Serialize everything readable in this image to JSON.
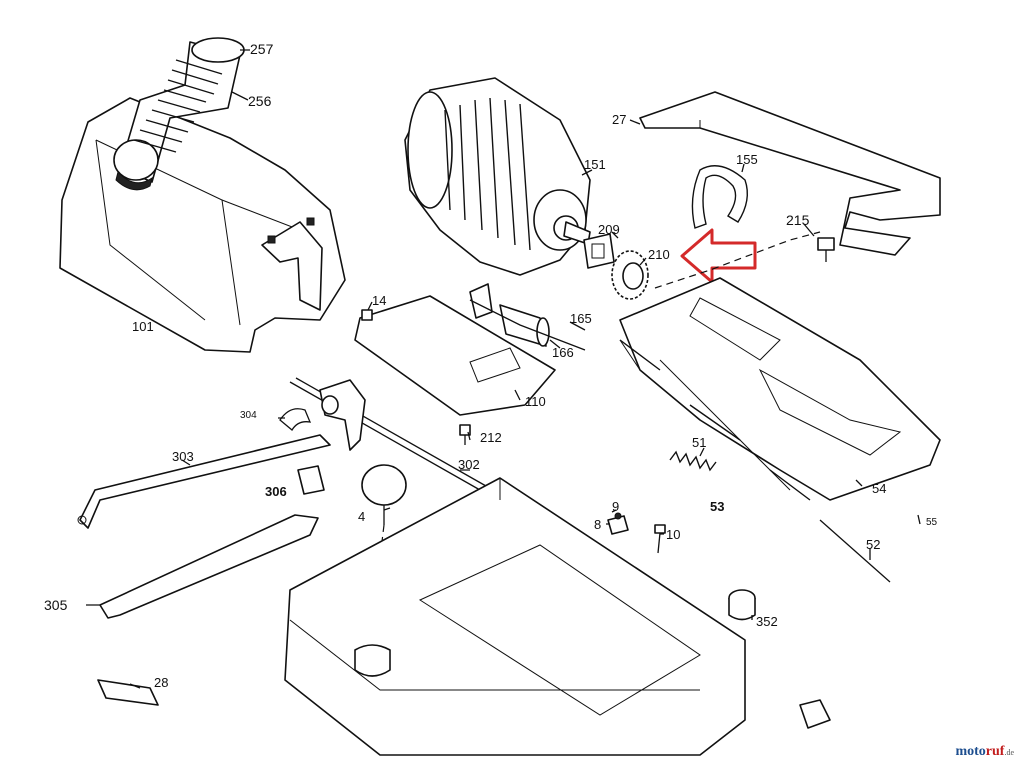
{
  "labels": [
    {
      "id": "p257",
      "text": "257"
    },
    {
      "id": "p256",
      "text": "256"
    },
    {
      "id": "p101",
      "text": "101"
    },
    {
      "id": "p27",
      "text": "27"
    },
    {
      "id": "p151",
      "text": "151"
    },
    {
      "id": "p155",
      "text": "155"
    },
    {
      "id": "p209",
      "text": "209"
    },
    {
      "id": "p210",
      "text": "210"
    },
    {
      "id": "p215",
      "text": "215"
    },
    {
      "id": "p14",
      "text": "14"
    },
    {
      "id": "p165",
      "text": "165"
    },
    {
      "id": "p166",
      "text": "166"
    },
    {
      "id": "p110",
      "text": "110"
    },
    {
      "id": "p304",
      "text": "304"
    },
    {
      "id": "p303",
      "text": "303"
    },
    {
      "id": "p212",
      "text": "212"
    },
    {
      "id": "p302",
      "text": "302"
    },
    {
      "id": "p306",
      "text": "306"
    },
    {
      "id": "p4",
      "text": "4"
    },
    {
      "id": "p51",
      "text": "51"
    },
    {
      "id": "p53",
      "text": "53"
    },
    {
      "id": "p54",
      "text": "54"
    },
    {
      "id": "p9",
      "text": "9"
    },
    {
      "id": "p8",
      "text": "8"
    },
    {
      "id": "p10",
      "text": "10"
    },
    {
      "id": "p55",
      "text": "55"
    },
    {
      "id": "p52",
      "text": "52"
    },
    {
      "id": "p305",
      "text": "305"
    },
    {
      "id": "p352",
      "text": "352"
    },
    {
      "id": "p28",
      "text": "28"
    }
  ],
  "watermark": {
    "part1": "moto",
    "part2": "ruf",
    "part3": ".de"
  },
  "colors": {
    "arrow": "#d42a2a",
    "ink": "#111111",
    "watermark_blue": "#1d4e8f",
    "watermark_red": "#c21d1d"
  }
}
